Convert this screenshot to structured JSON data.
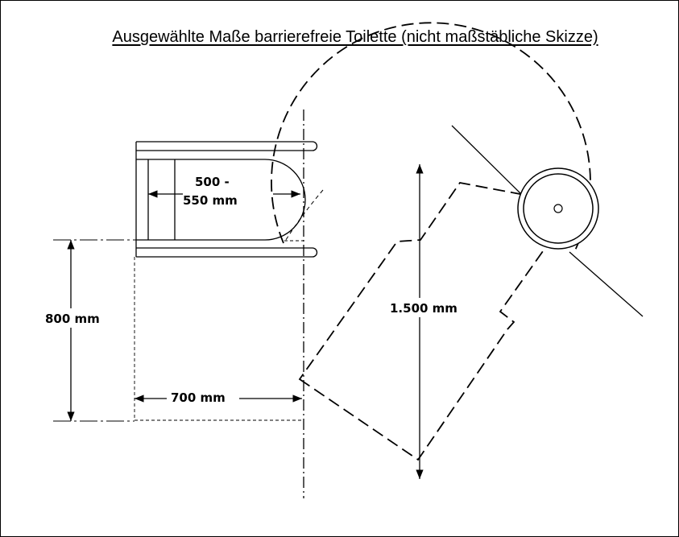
{
  "title": "Ausgewählte Maße barrierefreie Toilette (nicht maßstäbliche Skizze)",
  "labels": {
    "toilet_depth_line1": "500 -",
    "toilet_depth_line2": "550 mm",
    "side_width": "800 mm",
    "side_depth": "700 mm",
    "turning_circle": "1.500 mm"
  }
}
